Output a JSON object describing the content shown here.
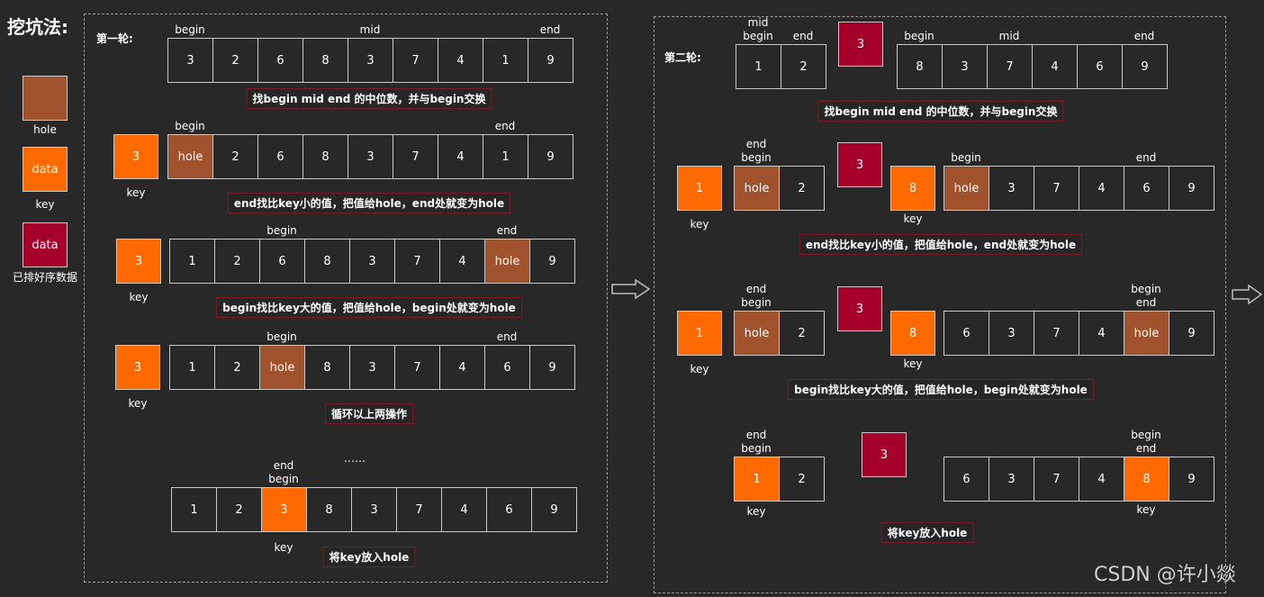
{
  "title": "挖坑法:",
  "legend": [
    {
      "text": "",
      "label": "hole",
      "type": "hole"
    },
    {
      "text": "data",
      "label": "key",
      "type": "key"
    },
    {
      "text": "data",
      "label": "已排好序数据",
      "type": "sorted"
    }
  ],
  "round1": {
    "label": "第一轮:",
    "steps": [
      {
        "pointers": [
          {
            "text": "begin",
            "idx": 0
          },
          {
            "text": "mid",
            "idx": 4
          },
          {
            "text": "end",
            "idx": 8
          }
        ],
        "cells": [
          {
            "v": "3"
          },
          {
            "v": "2"
          },
          {
            "v": "6"
          },
          {
            "v": "8"
          },
          {
            "v": "3"
          },
          {
            "v": "7"
          },
          {
            "v": "4"
          },
          {
            "v": "1"
          },
          {
            "v": "9"
          }
        ],
        "caption": "找begin mid end 的中位数，并与begin交换"
      },
      {
        "key": {
          "v": "3",
          "label": "key"
        },
        "pointers": [
          {
            "text": "begin",
            "idx": 0
          },
          {
            "text": "end",
            "idx": 7
          }
        ],
        "cells": [
          {
            "v": "hole",
            "t": "hole"
          },
          {
            "v": "2"
          },
          {
            "v": "6"
          },
          {
            "v": "8"
          },
          {
            "v": "3"
          },
          {
            "v": "7"
          },
          {
            "v": "4"
          },
          {
            "v": "1"
          },
          {
            "v": "9"
          }
        ],
        "caption": "end找比key小的值，把值给hole，end处就变为hole"
      },
      {
        "key": {
          "v": "3",
          "label": "key"
        },
        "pointers": [
          {
            "text": "begin",
            "idx": 2
          },
          {
            "text": "end",
            "idx": 7
          }
        ],
        "cells": [
          {
            "v": "1"
          },
          {
            "v": "2"
          },
          {
            "v": "6"
          },
          {
            "v": "8"
          },
          {
            "v": "3"
          },
          {
            "v": "7"
          },
          {
            "v": "4"
          },
          {
            "v": "hole",
            "t": "hole"
          },
          {
            "v": "9"
          }
        ],
        "caption": "begin找比key大的值，把值给hole，begin处就变为hole"
      },
      {
        "key": {
          "v": "3",
          "label": "key"
        },
        "pointers": [
          {
            "text": "begin",
            "idx": 2
          },
          {
            "text": "end",
            "idx": 7
          }
        ],
        "cells": [
          {
            "v": "1"
          },
          {
            "v": "2"
          },
          {
            "v": "hole",
            "t": "hole"
          },
          {
            "v": "8"
          },
          {
            "v": "3"
          },
          {
            "v": "7"
          },
          {
            "v": "4"
          },
          {
            "v": "6"
          },
          {
            "v": "9"
          }
        ],
        "caption": "循环以上两操作"
      },
      {
        "dots": "……",
        "pointers": [
          {
            "text": "end",
            "idx": 2
          },
          {
            "text": "begin",
            "idx": 2
          }
        ],
        "cells": [
          {
            "v": "1"
          },
          {
            "v": "2"
          },
          {
            "v": "3",
            "t": "key"
          },
          {
            "v": "8"
          },
          {
            "v": "3"
          },
          {
            "v": "7"
          },
          {
            "v": "4"
          },
          {
            "v": "6"
          },
          {
            "v": "9"
          }
        ],
        "under": {
          "text": "key",
          "idx": 2
        },
        "caption": "将key放入hole"
      }
    ]
  },
  "round2": {
    "label": "第二轮:",
    "steps": [
      {
        "left": {
          "cells": [
            {
              "v": "1"
            },
            {
              "v": "2"
            }
          ],
          "pointers": [
            {
              "text": "mid",
              "idx": 0
            },
            {
              "text": "begin",
              "idx": 0
            },
            {
              "text": "end",
              "idx": 1
            }
          ]
        },
        "pivot": "3",
        "right": {
          "cells": [
            {
              "v": "8"
            },
            {
              "v": "3"
            },
            {
              "v": "7"
            },
            {
              "v": "4"
            },
            {
              "v": "6"
            },
            {
              "v": "9"
            }
          ],
          "pointers": [
            {
              "text": "begin",
              "idx": 0
            },
            {
              "text": "mid",
              "idx": 2
            },
            {
              "text": "end",
              "idx": 5
            }
          ]
        },
        "caption": "找begin mid end 的中位数，并与begin交换"
      },
      {
        "lkey": {
          "v": "1",
          "label": "key"
        },
        "left": {
          "cells": [
            {
              "v": "hole",
              "t": "hole"
            },
            {
              "v": "2"
            }
          ],
          "pointers": [
            {
              "text": "end",
              "idx": 0
            },
            {
              "text": "begin",
              "idx": 0
            }
          ]
        },
        "pivot": "3",
        "rkey": {
          "v": "8",
          "label": "key"
        },
        "right": {
          "cells": [
            {
              "v": "hole",
              "t": "hole"
            },
            {
              "v": "3"
            },
            {
              "v": "7"
            },
            {
              "v": "4"
            },
            {
              "v": "6"
            },
            {
              "v": "9"
            }
          ],
          "pointers": [
            {
              "text": "begin",
              "idx": 0
            },
            {
              "text": "end",
              "idx": 4
            }
          ]
        },
        "caption": "end找比key小的值，把值给hole，end处就变为hole"
      },
      {
        "lkey": {
          "v": "1",
          "label": "key"
        },
        "left": {
          "cells": [
            {
              "v": "hole",
              "t": "hole"
            },
            {
              "v": "2"
            }
          ],
          "pointers": [
            {
              "text": "end",
              "idx": 0
            },
            {
              "text": "begin",
              "idx": 0
            }
          ]
        },
        "pivot": "3",
        "rkey": {
          "v": "8",
          "label": "key"
        },
        "right": {
          "cells": [
            {
              "v": "6"
            },
            {
              "v": "3"
            },
            {
              "v": "7"
            },
            {
              "v": "4"
            },
            {
              "v": "hole",
              "t": "hole"
            },
            {
              "v": "9"
            }
          ],
          "pointers": [
            {
              "text": "begin",
              "idx": 4
            },
            {
              "text": "end",
              "idx": 4
            }
          ]
        },
        "caption": "begin找比key大的值，把值给hole，begin处就变为hole"
      },
      {
        "left": {
          "cells": [
            {
              "v": "1",
              "t": "key"
            },
            {
              "v": "2"
            }
          ],
          "pointers": [
            {
              "text": "end",
              "idx": 0
            },
            {
              "text": "begin",
              "idx": 0
            }
          ],
          "under": {
            "text": "key",
            "idx": 0
          }
        },
        "pivot": "3",
        "right": {
          "cells": [
            {
              "v": "6"
            },
            {
              "v": "3"
            },
            {
              "v": "7"
            },
            {
              "v": "4"
            },
            {
              "v": "8",
              "t": "key"
            },
            {
              "v": "9"
            }
          ],
          "pointers": [
            {
              "text": "begin",
              "idx": 4
            },
            {
              "text": "end",
              "idx": 4
            }
          ],
          "under": {
            "text": "key",
            "idx": 4
          }
        },
        "caption": "将key放入hole"
      }
    ]
  },
  "watermark": "CSDN @许小燚",
  "colors": {
    "hole": "#a0522d",
    "key": "#ff6a00",
    "sorted": "#a4002a",
    "background": "#282828"
  }
}
